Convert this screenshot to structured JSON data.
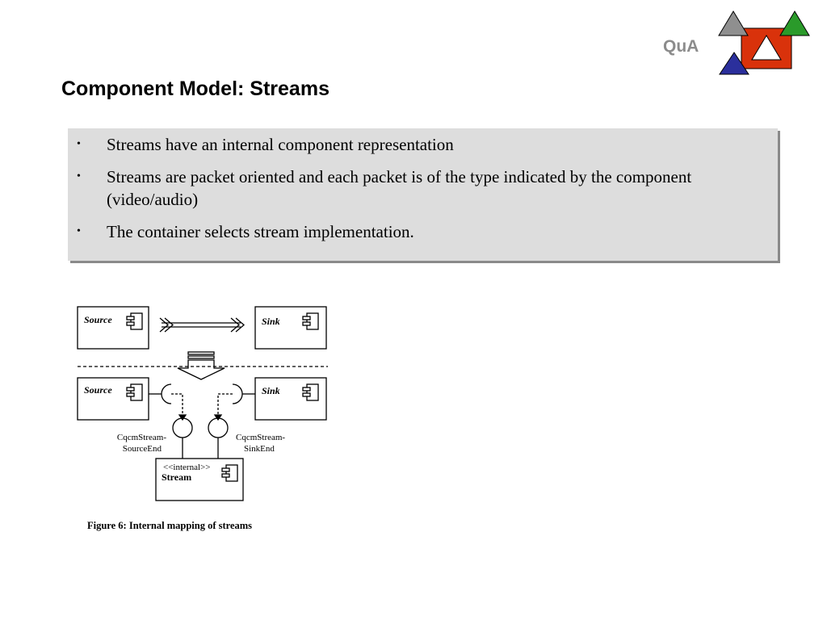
{
  "header": {
    "brand": "QuA",
    "logo_colors": {
      "square": "#d9320b",
      "triangle_gray": "#8f8f8f",
      "triangle_green": "#2a9a2a",
      "triangle_blue": "#2b2f9c",
      "triangle_white": "#ffffff"
    }
  },
  "slide": {
    "title": "Component Model: Streams",
    "bullets": [
      "Streams have an internal component representation",
      "Streams are packet oriented and each packet is of the type indicated by the component (video/audio)",
      "The container selects stream implementation."
    ],
    "bullet_glyph": "•"
  },
  "figure": {
    "top_source_label": "Source",
    "top_sink_label": "Sink",
    "bottom_source_label": "Source",
    "bottom_sink_label": "Sink",
    "source_end_label_1": "CqcmStream-",
    "source_end_label_2": "SourceEnd",
    "sink_end_label_1": "CqcmStream-",
    "sink_end_label_2": "SinkEnd",
    "internal_stereotype": "<<internal>>",
    "internal_name": "Stream",
    "caption": "Figure 6:  Internal mapping of streams"
  }
}
